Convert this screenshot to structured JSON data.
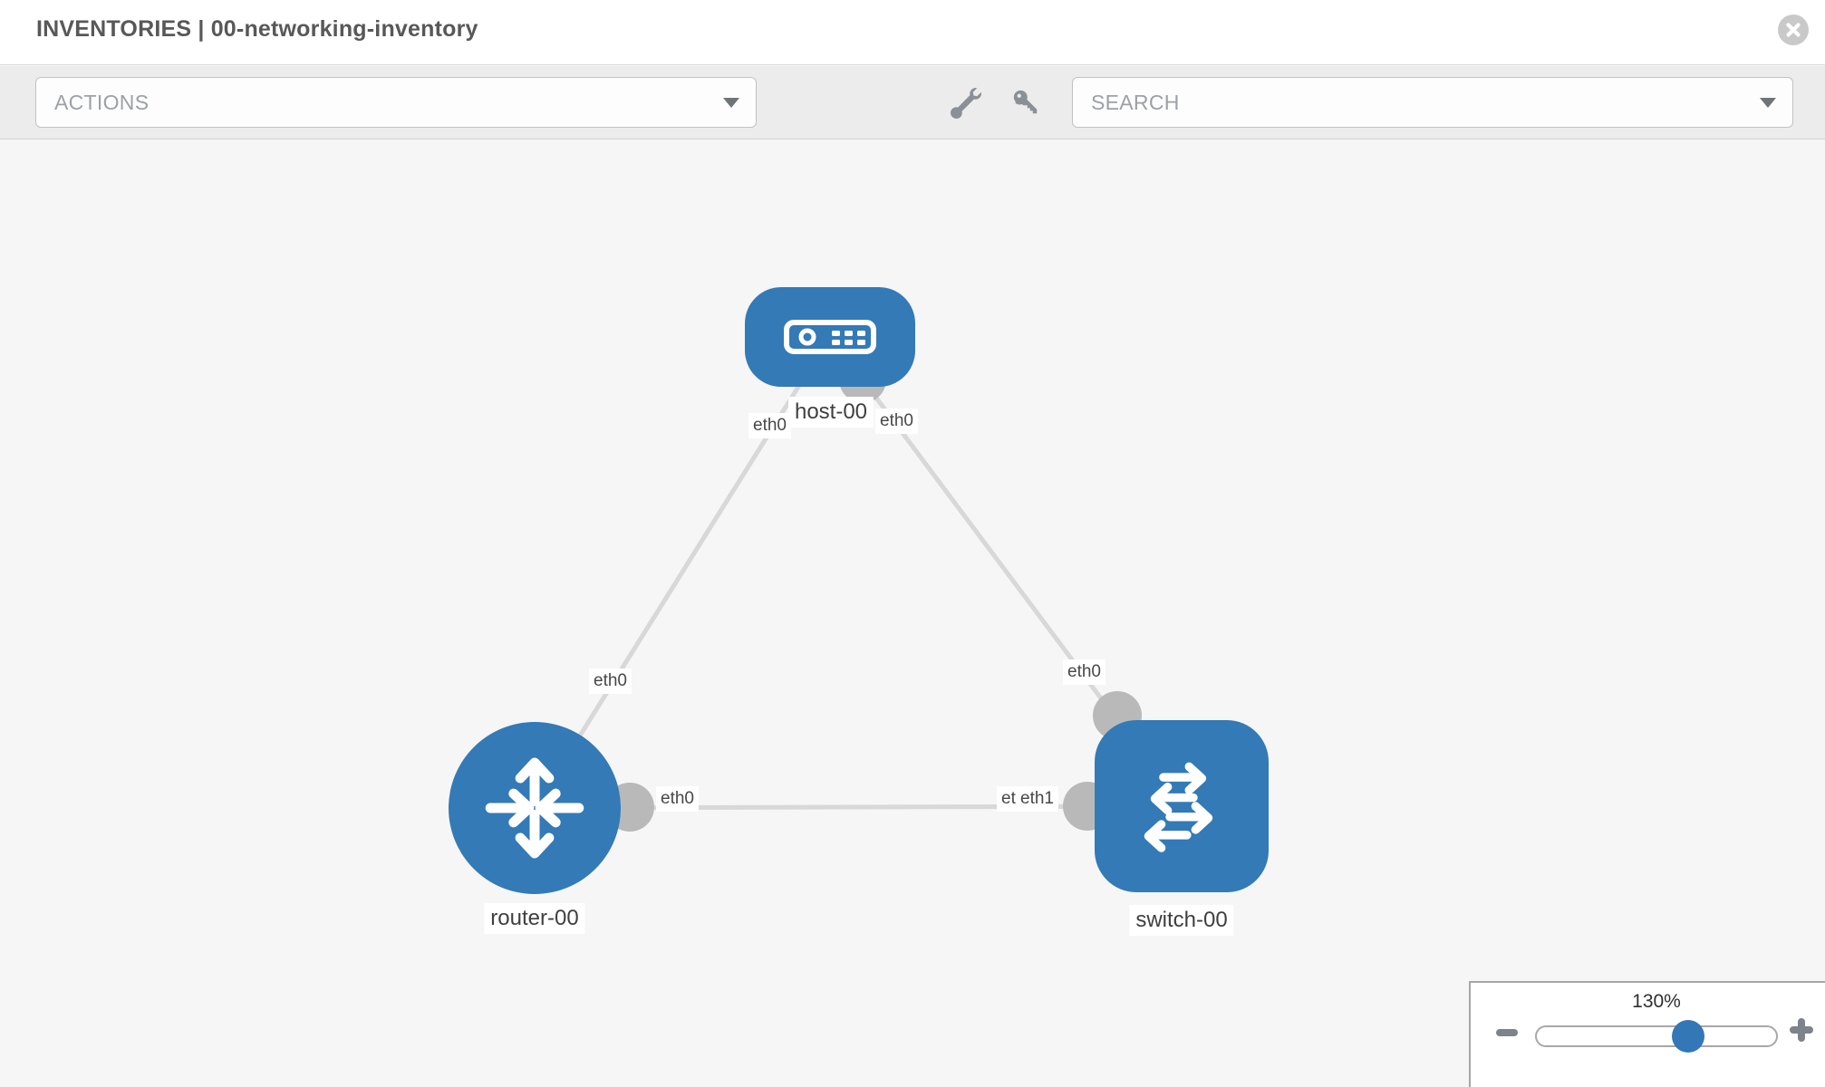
{
  "header": {
    "title": "INVENTORIES | 00-networking-inventory"
  },
  "toolbar": {
    "actions_label": "ACTIONS",
    "search_placeholder": "SEARCH"
  },
  "icons": {
    "close": "circle-x-icon",
    "wrench": "wrench-icon",
    "key": "key-icon",
    "caret": "caret-down-icon",
    "minus": "minus-icon",
    "plus": "plus-icon",
    "host": "server-icon",
    "router": "router-arrows-icon",
    "switch": "switch-arrows-icon"
  },
  "topology": {
    "nodes": [
      {
        "id": "host-00",
        "type": "host",
        "label": "host-00"
      },
      {
        "id": "router-00",
        "type": "router",
        "label": "router-00"
      },
      {
        "id": "switch-00",
        "type": "switch",
        "label": "switch-00"
      }
    ],
    "links": [
      {
        "from": "host-00",
        "to": "router-00",
        "from_if": "eth0",
        "to_if": "eth0"
      },
      {
        "from": "host-00",
        "to": "switch-00",
        "from_if": "eth0",
        "to_if": "eth0"
      },
      {
        "from": "router-00",
        "to": "switch-00",
        "from_if": "eth0",
        "to_if": "eth1"
      }
    ],
    "iface_labels": {
      "host_left": "eth0",
      "host_right": "eth0",
      "router_top": "eth0",
      "switch_top": "eth0",
      "router_right": "eth0",
      "switch_left_under": "eth0",
      "switch_left_over": "eth1"
    }
  },
  "zoom_control": {
    "value": "130%"
  },
  "colors": {
    "node_blue": "#337ab7",
    "link_gray": "#d8d8d8",
    "iface_gray": "#b9b9b9",
    "toolbar_bg": "#ececec",
    "canvas_bg": "#f6f6f6",
    "thumb_blue": "#3377b6"
  }
}
